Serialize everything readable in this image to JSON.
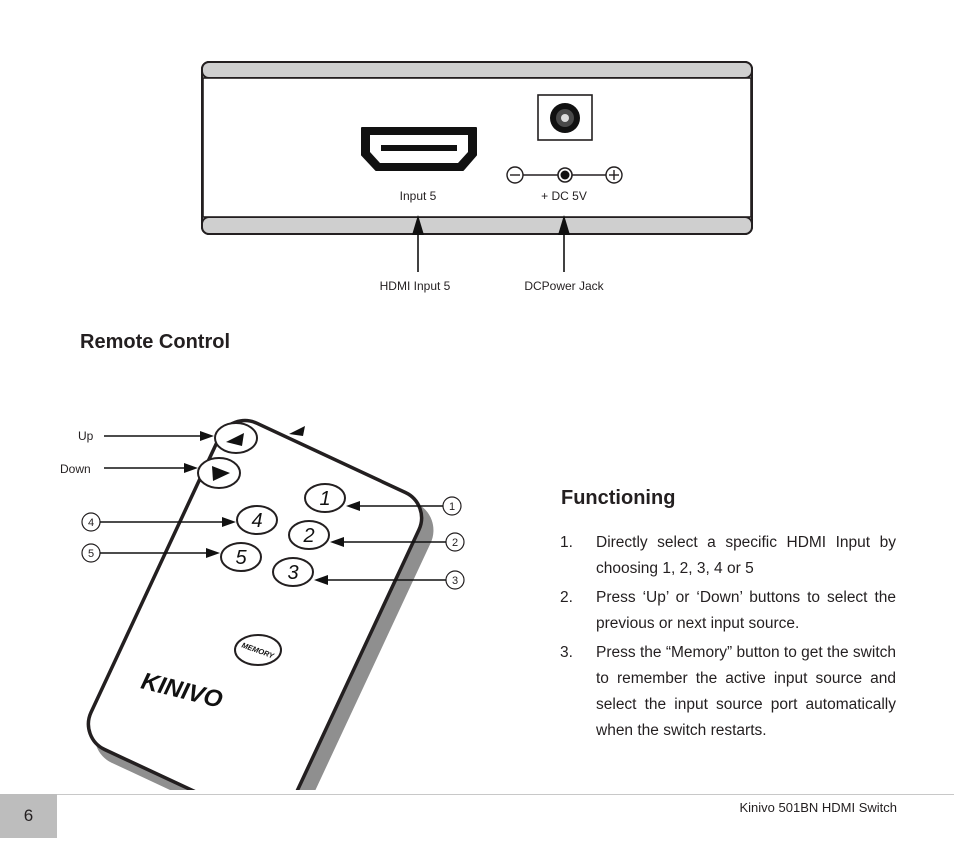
{
  "back_panel": {
    "hdmi_label": "Input 5",
    "dc_label": "+ DC 5V",
    "callout_hdmi": "HDMI Input 5",
    "callout_dc": "DCPower Jack",
    "minus_symbol": "−",
    "plus_symbol": "+"
  },
  "remote_section": {
    "title": "Remote Control",
    "label_up": "Up",
    "label_down": "Down",
    "buttons": [
      "1",
      "2",
      "3",
      "4",
      "5"
    ],
    "memory_label": "MEMORY",
    "brand_logo_text": "KINIVO",
    "callouts": [
      "1",
      "2",
      "3",
      "4",
      "5"
    ]
  },
  "functioning": {
    "title": "Functioning",
    "steps": [
      {
        "num": "1.",
        "text": "Directly select a specific HDMI Input by choosing 1, 2, 3, 4 or 5"
      },
      {
        "num": "2.",
        "text": "Press ‘Up’ or ‘Down’ buttons to select the previous or next input source."
      },
      {
        "num": "3.",
        "text": "Press the “Memory” button to get the switch to remember the active input source and select the input source port automatically when the switch restarts."
      }
    ]
  },
  "footer": {
    "page_number": "6",
    "doc_title": "Kinivo 501BN HDMI Switch"
  }
}
